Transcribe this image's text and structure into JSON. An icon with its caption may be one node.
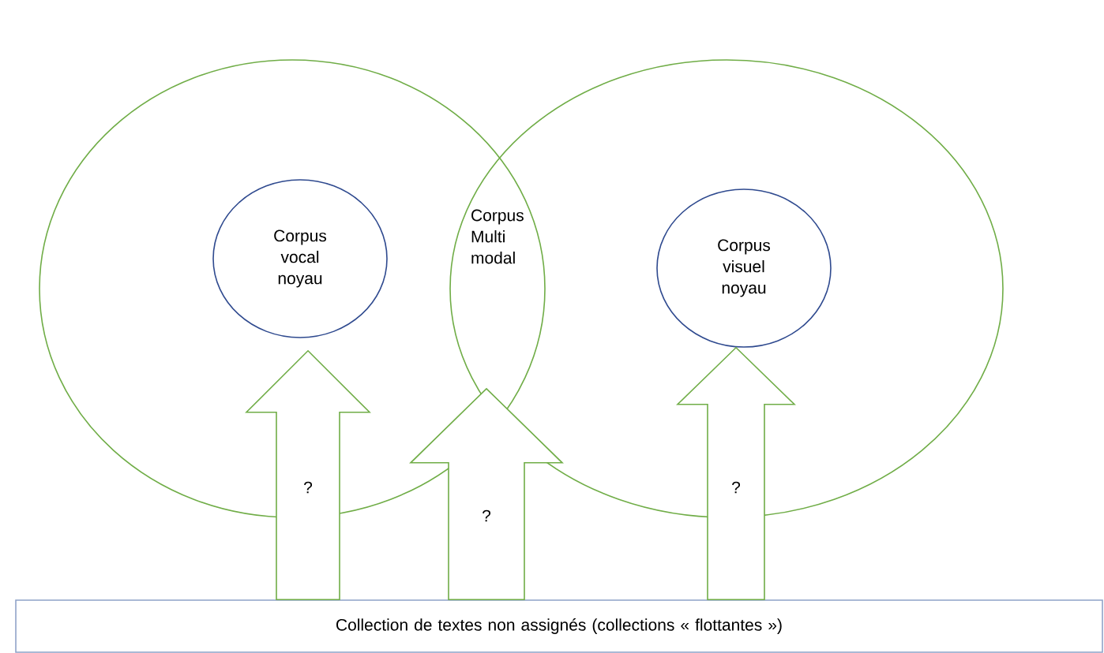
{
  "diagram": {
    "nodes": [
      {
        "text": [],
        "shape": "circle"
      },
      {
        "text": [],
        "shape": "circle"
      },
      {
        "text": [
          "Corpus vocal noyau"
        ],
        "in": 0
      },
      {
        "text": [
          "Corpus Multi modal"
        ]
      },
      {
        "text": [
          "Corpus visuel noyau"
        ],
        "in": 1
      },
      {
        "text": [
          "Collection de textes non assignés (collections « flottantes »)"
        ]
      }
    ],
    "edges": [
      {
        "from": 5,
        "to": 2,
        "arrow": "to",
        "label": "?"
      },
      {
        "from": 5,
        "to": 3,
        "arrow": "to",
        "label": "?"
      },
      {
        "from": 5,
        "to": 4,
        "arrow": "to",
        "label": "?"
      }
    ]
  }
}
